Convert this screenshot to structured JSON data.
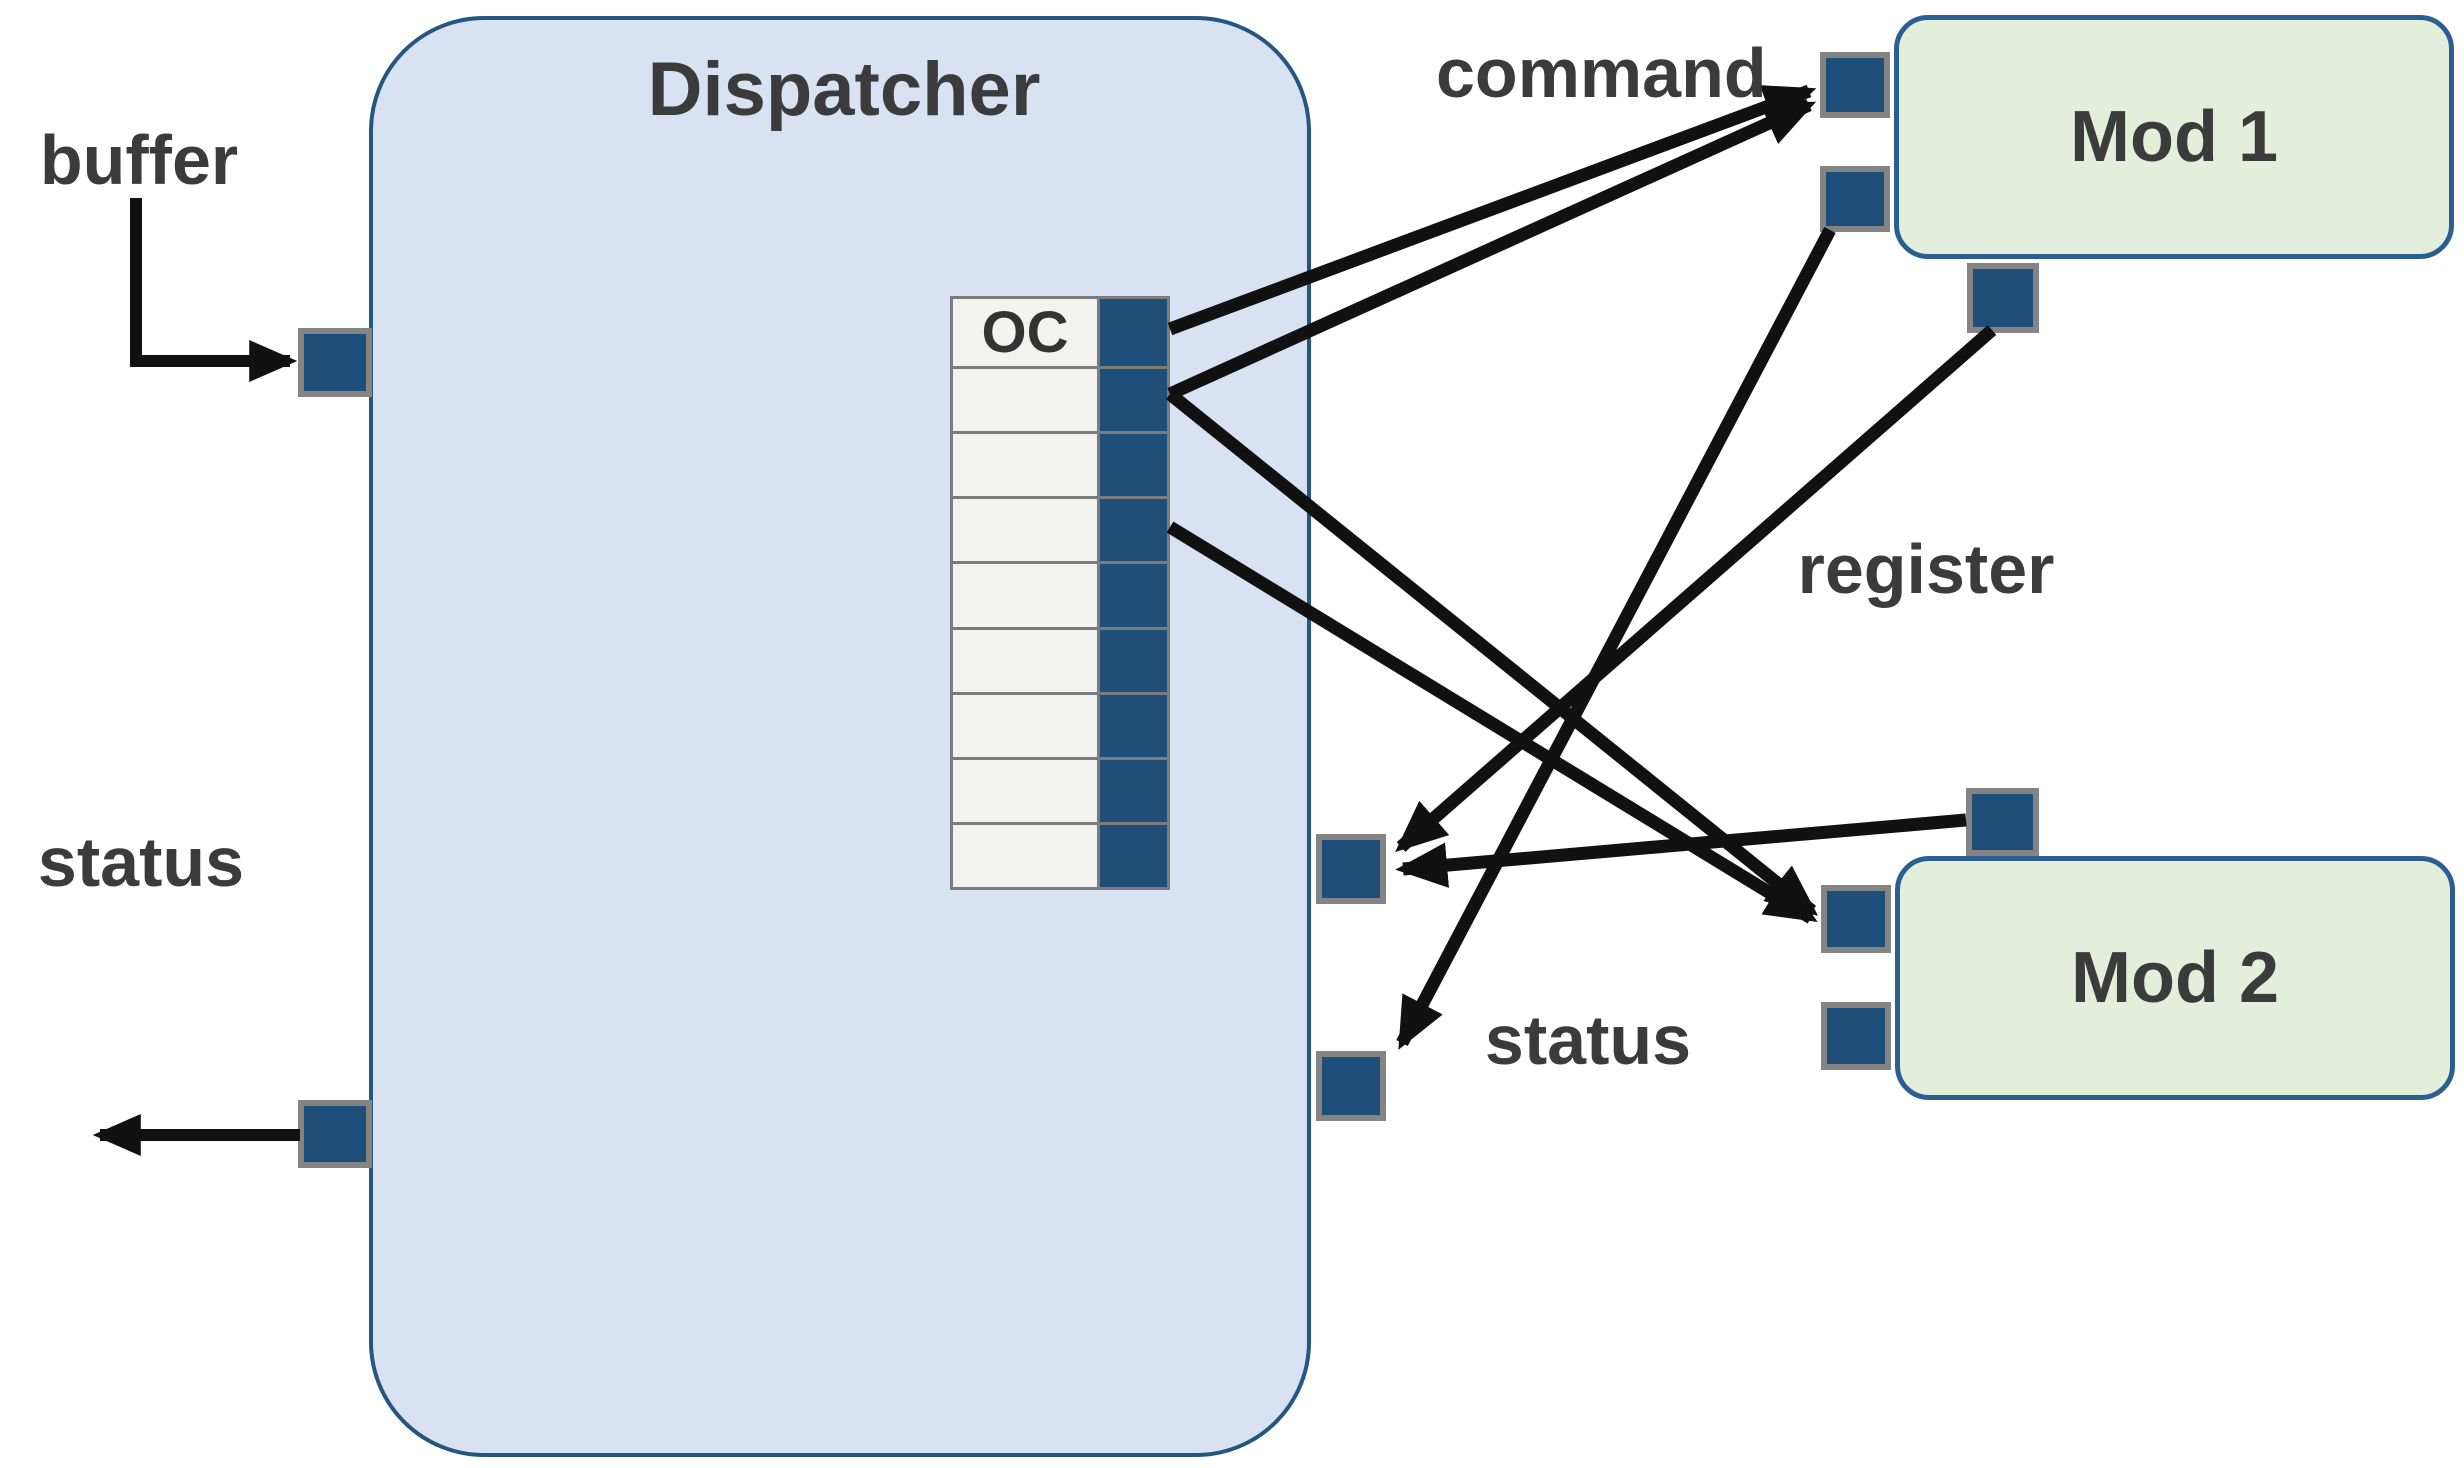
{
  "diagram": {
    "dispatcher": {
      "title": "Dispatcher",
      "oc_table": {
        "header": "OC",
        "row_count": 9,
        "value_column_filled": true
      }
    },
    "modules": {
      "mod1": {
        "label": "Mod 1"
      },
      "mod2": {
        "label": "Mod 2"
      }
    },
    "labels": {
      "buffer": "buffer",
      "status_left": "status",
      "command": "command",
      "register": "register",
      "status_right": "status"
    },
    "connections": [
      {
        "name": "buffer-in",
        "from": "external",
        "to": "dispatcher-buffer-port"
      },
      {
        "name": "status-out",
        "from": "dispatcher-status-port",
        "to": "external"
      },
      {
        "name": "oc-row1-to-mod1-command",
        "from": "oc-table-row-1",
        "to": "mod1-command-port"
      },
      {
        "name": "oc-row2-to-mod1-command",
        "from": "oc-table-row-2",
        "to": "mod1-command-port"
      },
      {
        "name": "oc-row2-to-mod2-command",
        "from": "oc-table-row-2",
        "to": "mod2-command-port"
      },
      {
        "name": "oc-row4-to-mod2-command",
        "from": "oc-table-row-4",
        "to": "mod2-command-port"
      },
      {
        "name": "mod1-status-to-dispatcher",
        "from": "mod1-status-port",
        "to": "dispatcher-right-port-2"
      },
      {
        "name": "mod1-register-to-dispatcher",
        "from": "mod1-register-port",
        "to": "dispatcher-right-port-1"
      },
      {
        "name": "mod2-register-to-dispatcher",
        "from": "mod2-register-port",
        "to": "dispatcher-right-port-1"
      }
    ],
    "colors": {
      "dispatcher_fill": "#D9E2F3",
      "dispatcher_border": "#24567F",
      "module_fill": "#E3EFDA",
      "module_border": "#2B5F91",
      "port_fill": "#1F4E79",
      "port_border": "#848484",
      "table_cell_fill": "#F2F2F1",
      "table_border": "#7B7B7B",
      "arrow": "#111111",
      "label_text": "#3B3B3B"
    }
  }
}
